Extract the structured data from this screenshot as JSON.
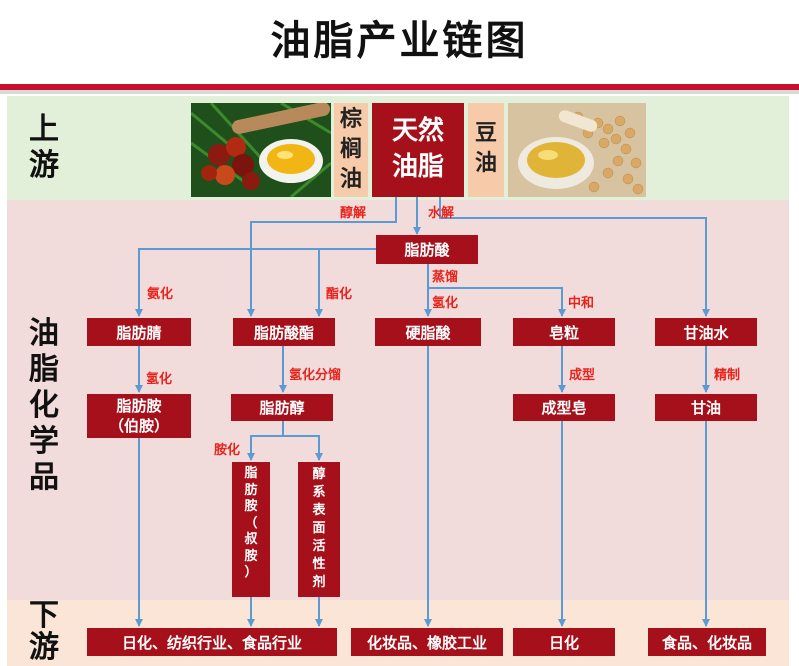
{
  "title": "油脂产业链图",
  "sections": {
    "upstream": "上\n游",
    "midstream": "油\n脂\n化\n学\n品",
    "downstream": "下\n游"
  },
  "upstream": {
    "palm_oil": "棕\n榈\n油",
    "natural_oil": "天然\n油脂",
    "soybean_oil": "豆\n油"
  },
  "processes": {
    "alcoholysis": "醇解",
    "hydrolysis": "水解",
    "distillation": "蒸馏",
    "ammoniation": "氨化",
    "esterification": "酯化",
    "hydrogenation": "氢化",
    "neutralization": "中和",
    "hydrogenation2": "氢化",
    "hydro_fraction": "氢化分馏",
    "forming": "成型",
    "refining": "精制",
    "amination": "胺化"
  },
  "products": {
    "fatty_acid": "脂肪酸",
    "fatty_nitrile": "脂肪腈",
    "fatty_acid_ester": "脂肪酸酯",
    "stearic_acid": "硬脂酸",
    "soap_noodle": "皂粒",
    "glycerin_water": "甘油水",
    "fatty_amine": "脂肪胺\n（伯胺）",
    "fatty_alcohol": "脂肪醇",
    "formed_soap": "成型皂",
    "glycerin": "甘油",
    "tertiary_amine": "脂\n肪\n胺\n（\n叔\n胺\n）",
    "alcohol_surfactant": "醇\n系\n表\n面\n活\n性\n剂"
  },
  "downstream": {
    "d1": "日化、纺织行业、食品行业",
    "d2": "化妆品、橡胶工业",
    "d3": "日化",
    "d4": "食品、化妆品"
  },
  "colors": {
    "arrow": "#5b9bd5",
    "box": "#a5101b",
    "label": "#e8231c",
    "title_rule": "#c8102e"
  }
}
